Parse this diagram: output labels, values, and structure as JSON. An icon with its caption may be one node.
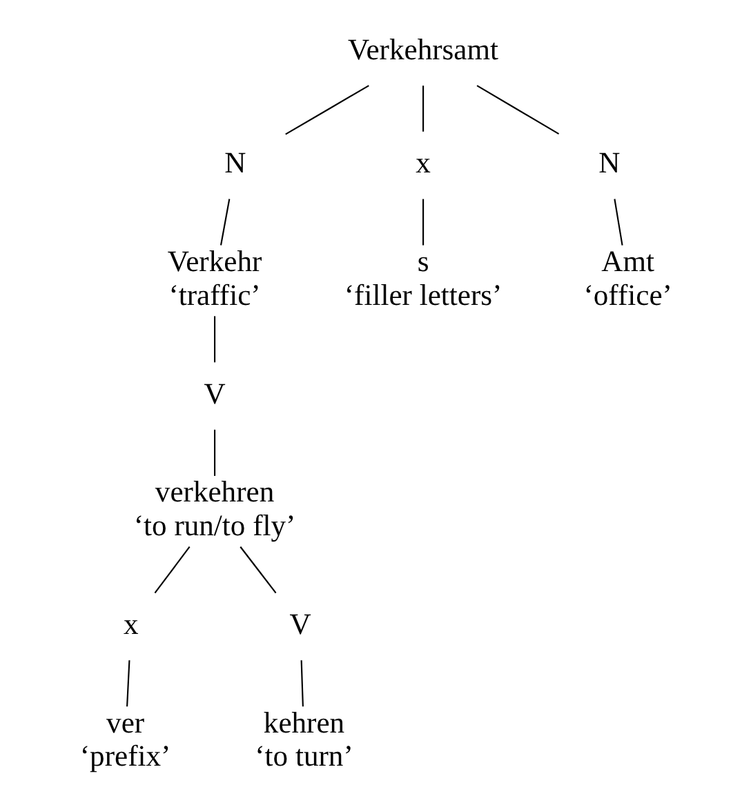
{
  "diagram": {
    "nodes": [
      {
        "text": [
          "Verkehrsamt"
        ]
      },
      {
        "text": [
          "N"
        ]
      },
      {
        "text": [
          "x"
        ]
      },
      {
        "text": [
          "N"
        ]
      },
      {
        "text": [
          "Verkehr",
          "‘traffic’"
        ]
      },
      {
        "text": [
          "s",
          "‘filler letters’"
        ]
      },
      {
        "text": [
          "Amt",
          "‘office’"
        ]
      },
      {
        "text": [
          "V"
        ]
      },
      {
        "text": [
          "verkehren",
          "‘to run/to fly’"
        ]
      },
      {
        "text": [
          "x"
        ]
      },
      {
        "text": [
          "V"
        ]
      },
      {
        "text": [
          "ver",
          "‘prefix’"
        ]
      },
      {
        "text": [
          "kehren",
          "‘to turn’"
        ]
      }
    ],
    "edges": [
      {
        "from": 0,
        "to": 1,
        "arrow": "none"
      },
      {
        "from": 0,
        "to": 2,
        "arrow": "none"
      },
      {
        "from": 0,
        "to": 3,
        "arrow": "none"
      },
      {
        "from": 1,
        "to": 4,
        "arrow": "none"
      },
      {
        "from": 2,
        "to": 5,
        "arrow": "none"
      },
      {
        "from": 3,
        "to": 6,
        "arrow": "none"
      },
      {
        "from": 4,
        "to": 7,
        "arrow": "none"
      },
      {
        "from": 7,
        "to": 8,
        "arrow": "none"
      },
      {
        "from": 8,
        "to": 9,
        "arrow": "none"
      },
      {
        "from": 8,
        "to": 10,
        "arrow": "none"
      },
      {
        "from": 9,
        "to": 11,
        "arrow": "none"
      },
      {
        "from": 10,
        "to": 12,
        "arrow": "none"
      }
    ]
  }
}
